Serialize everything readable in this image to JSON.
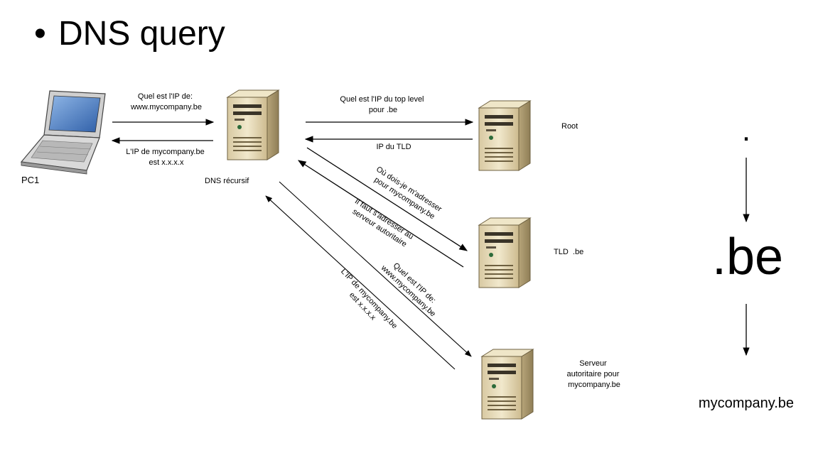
{
  "title": "DNS query",
  "nodes": {
    "pc": "PC1",
    "resolver": "DNS récursif",
    "root": "Root",
    "tld": "TLD  .be",
    "auth_lines": [
      "Serveur",
      "autoritaire pour",
      "mycompany.be"
    ]
  },
  "messages": {
    "pc_query": [
      "Quel est l'IP de:",
      "www.mycompany.be"
    ],
    "pc_reply": [
      "L'IP de mycompany.be",
      "est x.x.x.x"
    ],
    "root_query": [
      "Quel est l'IP du top level",
      "pour .be"
    ],
    "root_reply": "IP du TLD",
    "tld_query": [
      "Où dois-je m'adresser",
      "pour mycompany.be"
    ],
    "tld_reply": [
      "Il faut s'adresser au",
      "serveur autoritaire"
    ],
    "auth_query": [
      "Quel est l'IP de:",
      "www.mycompany.be"
    ],
    "auth_reply": [
      "L'IP de mycompany.be",
      "est x.x.x.x"
    ]
  },
  "hierarchy": {
    "root": ".",
    "tld": ".be",
    "domain": "mycompany.be"
  }
}
